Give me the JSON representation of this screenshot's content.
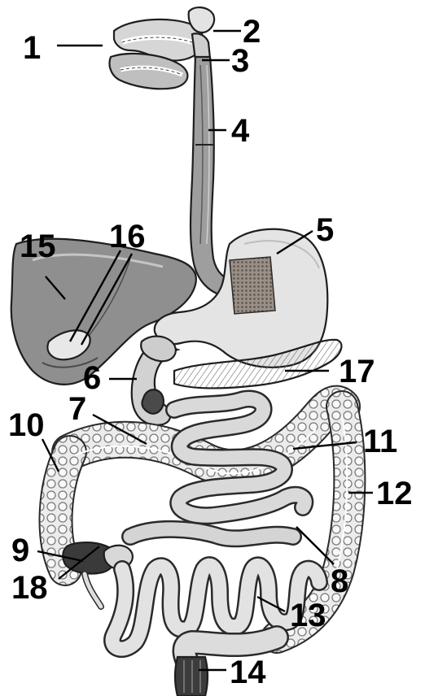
{
  "diagram": {
    "labels": [
      {
        "id": "1",
        "text": "1"
      },
      {
        "id": "2",
        "text": "2"
      },
      {
        "id": "3",
        "text": "3"
      },
      {
        "id": "4",
        "text": "4"
      },
      {
        "id": "5",
        "text": "5"
      },
      {
        "id": "6",
        "text": "6"
      },
      {
        "id": "7",
        "text": "7"
      },
      {
        "id": "8",
        "text": "8"
      },
      {
        "id": "9",
        "text": "9"
      },
      {
        "id": "10",
        "text": "10"
      },
      {
        "id": "11",
        "text": "11"
      },
      {
        "id": "12",
        "text": "12"
      },
      {
        "id": "13",
        "text": "13"
      },
      {
        "id": "14",
        "text": "14"
      },
      {
        "id": "15",
        "text": "15"
      },
      {
        "id": "16",
        "text": "16"
      },
      {
        "id": "17",
        "text": "17"
      },
      {
        "id": "18",
        "text": "18"
      }
    ],
    "colors": {
      "ink": "#000000",
      "tissue_light": "#d9d9d9",
      "tissue_mid": "#a8a8a8",
      "tissue_dark": "#555555",
      "liver": "#8f8f8f"
    }
  }
}
